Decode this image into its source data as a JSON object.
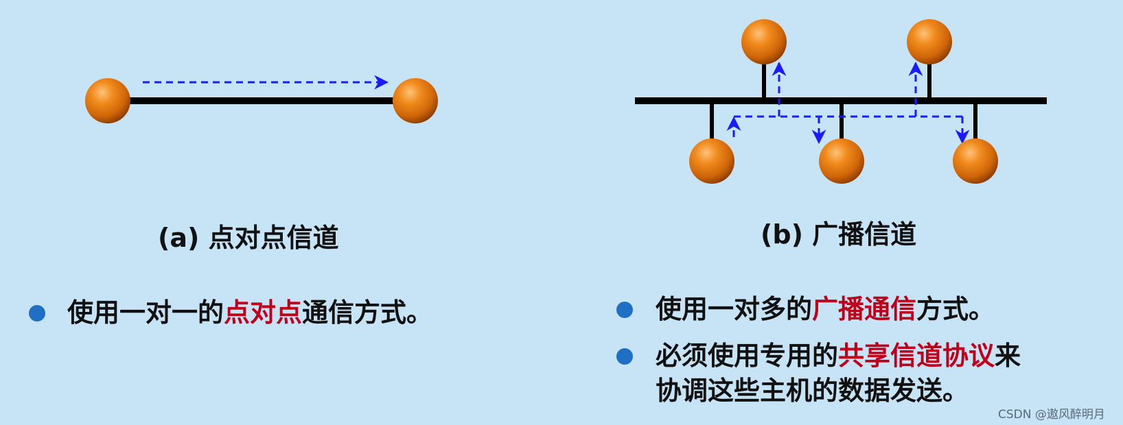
{
  "captions": {
    "point_to_point": "(a) 点对点信道",
    "broadcast": "(b) 广播信道"
  },
  "left_bullet": {
    "part1": "使用一对一的",
    "highlight": "点对点",
    "part2": "通信方式。"
  },
  "right_bullets": {
    "b1_part1": "使用一对多的",
    "b1_highlight": "广播通信",
    "b1_part2": "方式。",
    "b2_part1": "必须使用专用的",
    "b2_highlight": "共享信道协议",
    "b2_part2": "来",
    "b2_line2": "协调这些主机的数据发送。"
  },
  "watermark": "CSDN @遨风醉明月",
  "colors": {
    "background": "#c7e3f6",
    "node": "#e07a10",
    "link": "#000000",
    "signal": "#1a1aff",
    "highlight": "#c0001a",
    "bullet": "#1f6fc4"
  }
}
